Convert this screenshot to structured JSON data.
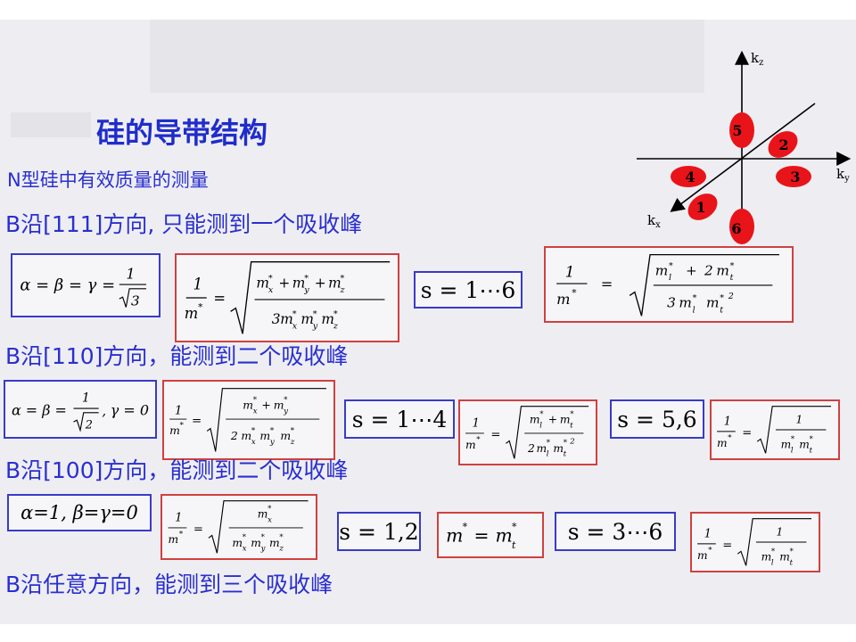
{
  "title": "硅的导带结构",
  "subtitle": "N型硅中有效质量的测量",
  "headings": {
    "h111": "B沿[111]方向, 只能测到一个吸收峰",
    "h110": "B沿[110]方向，能测到二个吸收峰",
    "h100": "B沿[100]方向，能测到二个吸收峰",
    "hany": "B沿任意方向，能测到三个吸收峰"
  },
  "diagram": {
    "axes": {
      "kz": "k",
      "kz_sub": "z",
      "ky": "k",
      "ky_sub": "y",
      "kx": "k",
      "kx_sub": "x"
    },
    "valleys": [
      "1",
      "2",
      "3",
      "4",
      "5",
      "6"
    ],
    "valley_color": "#e8141a"
  },
  "formulas": {
    "r111_angles": "α = β = γ = 1/√3",
    "r111_mass": "1/m* = √[(m*x + m*y + m*z)/(3 m*x m*y m*z)]",
    "r111_s": "s = 1⋯6",
    "r111_result": "1/m* = √[(m*l + 2 m*t)/(3 m*l m*t²)]",
    "r110_angles": "α = β = 1/√2 , γ = 0",
    "r110_mass": "1/m* = √[(m*x + m*y)/(2 m*x m*y m*z)]",
    "r110_s1": "s = 1⋯4",
    "r110_res1": "1/m* = √[(m*l + m*t)/(2 m*l m*t²)]",
    "r110_s2": "s = 5,6",
    "r110_res2": "1/m* = √[1/(m*l m*t)]",
    "r100_angles": "α=1, β=γ=0",
    "r100_mass": "1/m* = √[m*x/(m*x m*y m*z)]",
    "r100_s1": "s = 1,2",
    "r100_res1": "m* = m*t",
    "r100_s2": "s = 3⋯6",
    "r100_res2": "1/m* = √[1/(m*l m*t)]"
  },
  "colors": {
    "heading": "#2a2fd0",
    "blue_box": "#3a3ac8",
    "red_box": "#d04040"
  }
}
